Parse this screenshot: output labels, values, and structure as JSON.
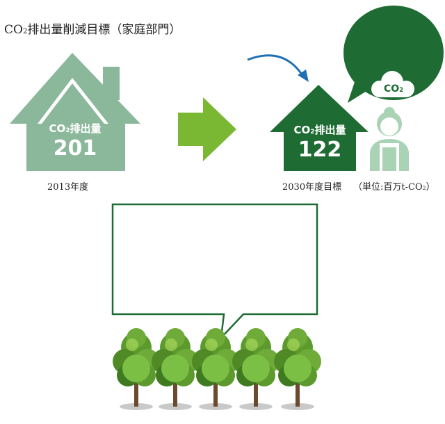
{
  "title": {
    "prefix": "CO",
    "sub": "2",
    "suffix": "排出量削減目標（家庭部門）"
  },
  "house_2013": {
    "label_prefix": "CO",
    "label_sub": "2",
    "label_suffix": "排出量",
    "value": "201",
    "caption": "2013年度"
  },
  "house_2030": {
    "label_prefix": "CO",
    "label_sub": "2",
    "label_suffix": "排出量",
    "value": "122",
    "caption": "2030年度目標"
  },
  "unit": {
    "prefix": "（単位:百万t-CO",
    "sub": "2",
    "suffix": "）"
  },
  "bubble_cloud": {
    "prefix": "CO",
    "sub": "2"
  },
  "colors": {
    "house_light": "#8bb89a",
    "house_dark": "#1e6b33",
    "arrow_green": "#7ab833",
    "curve_arrow": "#1f6fb5",
    "bubble_dark": "#1e6b33",
    "woman_green": "#a9d3b4",
    "speech_border": "#1e6b33"
  }
}
